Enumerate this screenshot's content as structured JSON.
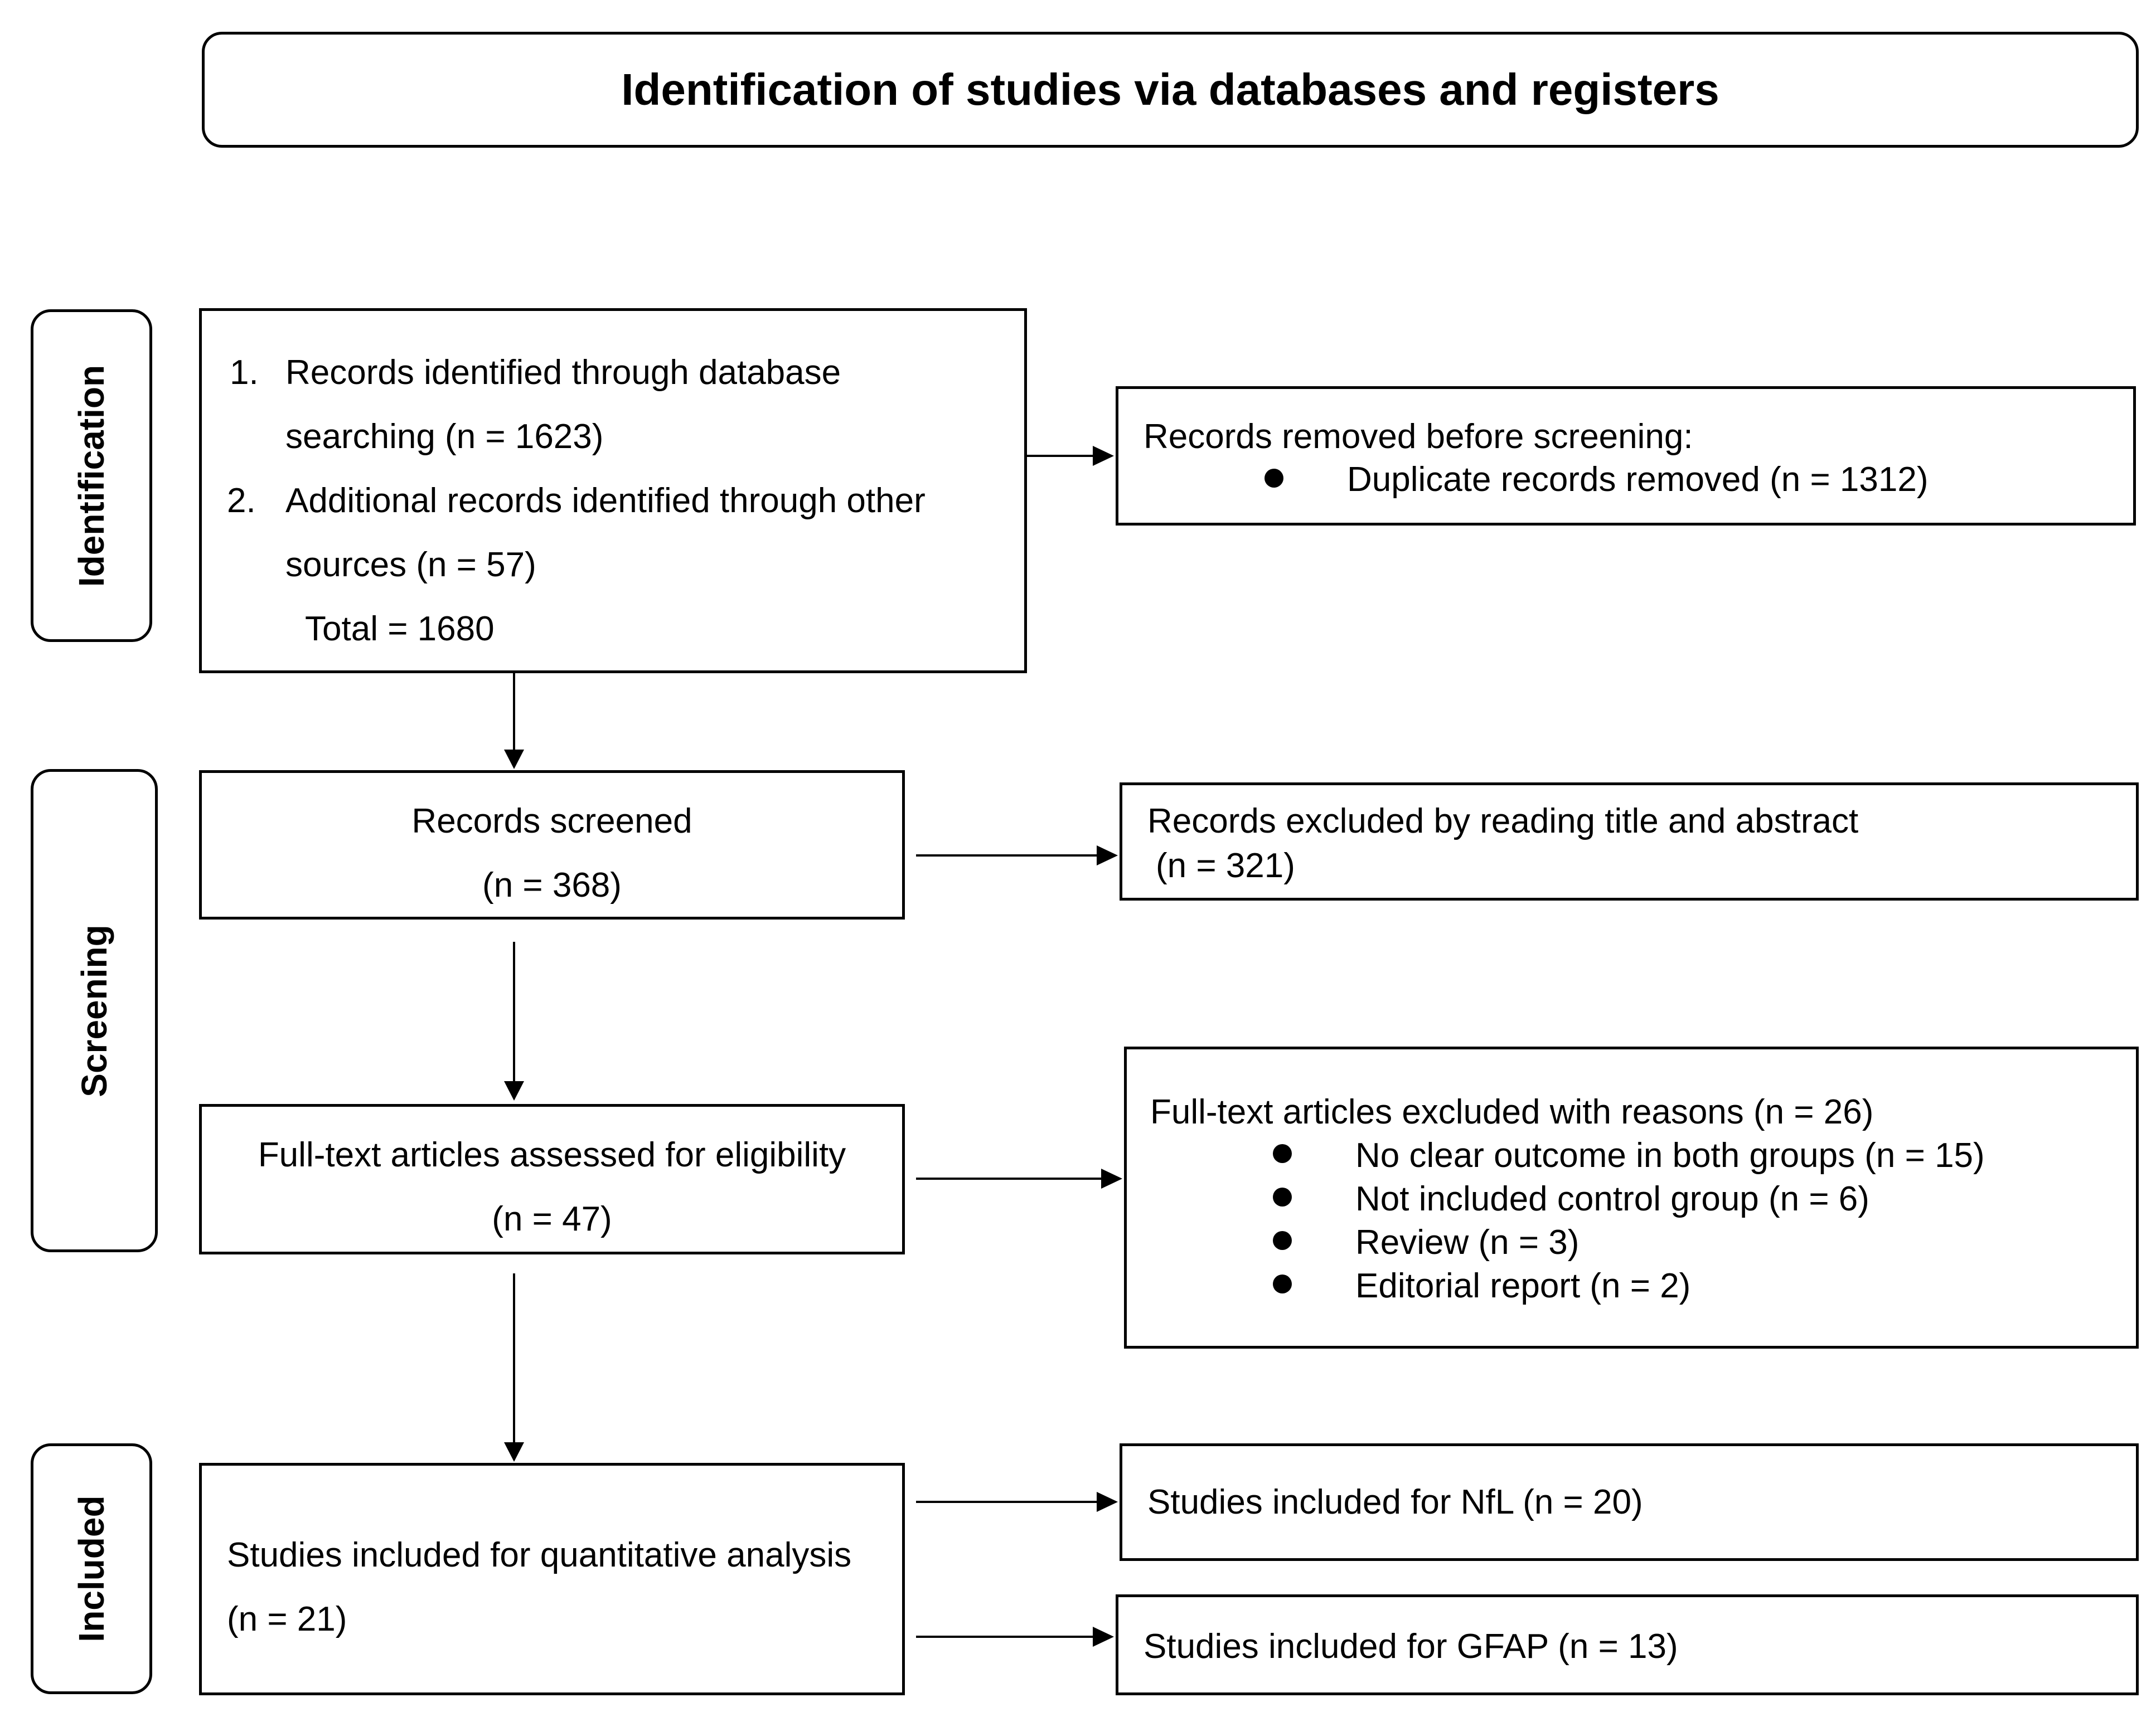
{
  "header": {
    "title": "Identification of studies via databases and registers"
  },
  "stages": {
    "identification": "Identification",
    "screening": "Screening",
    "included": "Included"
  },
  "identification_box": {
    "item1_num": "1.",
    "item1_line1": "Records identified through database",
    "item1_line2": "searching (n = 1623)",
    "item2_num": "2.",
    "item2_line1": "Additional records identified through other",
    "item2_line2": "sources (n = 57)",
    "total": "Total = 1680"
  },
  "removed_box": {
    "heading": "Records removed before screening:",
    "bullet1": "Duplicate records removed (n = 1312)"
  },
  "screened_box": {
    "line1": "Records screened",
    "line2": "(n = 368)"
  },
  "excluded_title_box": {
    "line1": "Records excluded by reading title and abstract",
    "line2": "(n = 321)"
  },
  "fulltext_box": {
    "line1": "Full-text articles assessed for eligibility",
    "line2": "(n = 47)"
  },
  "fulltext_excluded_box": {
    "heading": "Full-text articles excluded with reasons (n = 26)",
    "bullets": [
      "No clear outcome in both groups (n = 15)",
      "Not included control group  (n = 6)",
      "Review (n = 3)",
      "Editorial report (n = 2)"
    ]
  },
  "included_box": {
    "line1": "Studies included for quantitative analysis",
    "line2": "(n = 21)"
  },
  "nfl_box": {
    "text": "Studies included for NfL (n = 20)"
  },
  "gfap_box": {
    "text": "Studies included for GFAP (n = 13)"
  }
}
